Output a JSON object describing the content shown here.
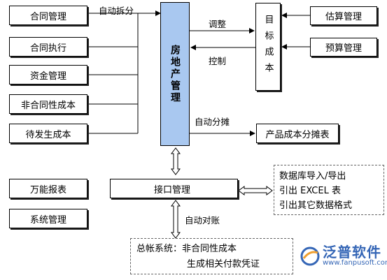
{
  "left_modules": [
    {
      "label": "合同管理"
    },
    {
      "label": "合同执行"
    },
    {
      "label": "资金管理"
    },
    {
      "label": "非合同性成本"
    },
    {
      "label": "待发生成本"
    }
  ],
  "left_lower_modules": [
    {
      "label": "万能报表"
    },
    {
      "label": "系统管理"
    }
  ],
  "center": {
    "label": "房地产管理"
  },
  "target": {
    "label": "目标成本"
  },
  "right_modules": [
    {
      "label": "估算管理"
    },
    {
      "label": "预算管理"
    }
  ],
  "allocation_report": {
    "label": "产品成本分摊表"
  },
  "interface": {
    "label": "接口管理"
  },
  "database_box": {
    "lines": [
      "数据库导入/导出",
      "引出 EXCEL 表",
      "引出其它数据格式"
    ]
  },
  "ledger_box": {
    "line1": "总帐系统：非合同性成本",
    "line2": "生成相关付款凭证"
  },
  "edge_labels": {
    "auto_split": "自动拆分",
    "adjust": "调整",
    "control": "控制",
    "auto_allocate": "自动分摊",
    "auto_reconcile": "自动对账"
  },
  "brand": {
    "name": "泛普软件",
    "url": "www.fanpusoft.com"
  },
  "colors": {
    "center_fill": "#a9c8f0",
    "brand": "#3566b6"
  }
}
